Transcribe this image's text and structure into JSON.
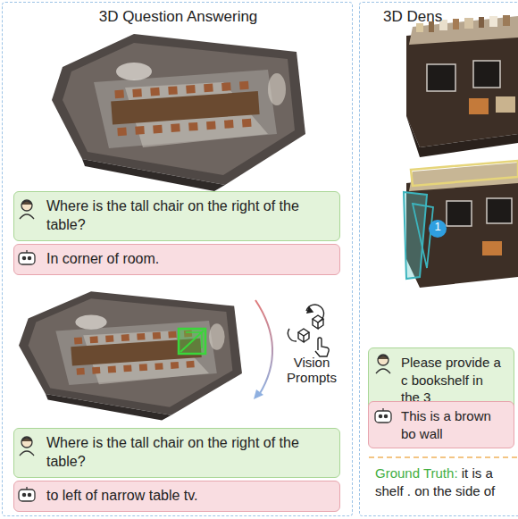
{
  "diagram": {
    "nodes": [
      {
        "text": [
          "3D Question Answering"
        ]
      },
      {
        "text": [
          "Where is the tall chair on the right of the table?"
        ],
        "in": 0
      },
      {
        "text": [
          "In corner of room."
        ],
        "in": 0
      },
      {
        "text": [
          "Where is the tall chair on the right of the table?"
        ],
        "in": 0
      },
      {
        "text": [
          "to left of narrow table tv."
        ],
        "in": 0
      },
      {
        "text": [
          "3D Dens"
        ]
      },
      {
        "text": [
          "Please provide a c bookshelf in the 3"
        ],
        "in": 5
      },
      {
        "text": [
          "This is a brown bo wall"
        ],
        "in": 5
      }
    ],
    "labels": [
      "Vision Prompts",
      "1",
      "Ground Truth:",
      "it is a shelf . on the side of"
    ]
  }
}
